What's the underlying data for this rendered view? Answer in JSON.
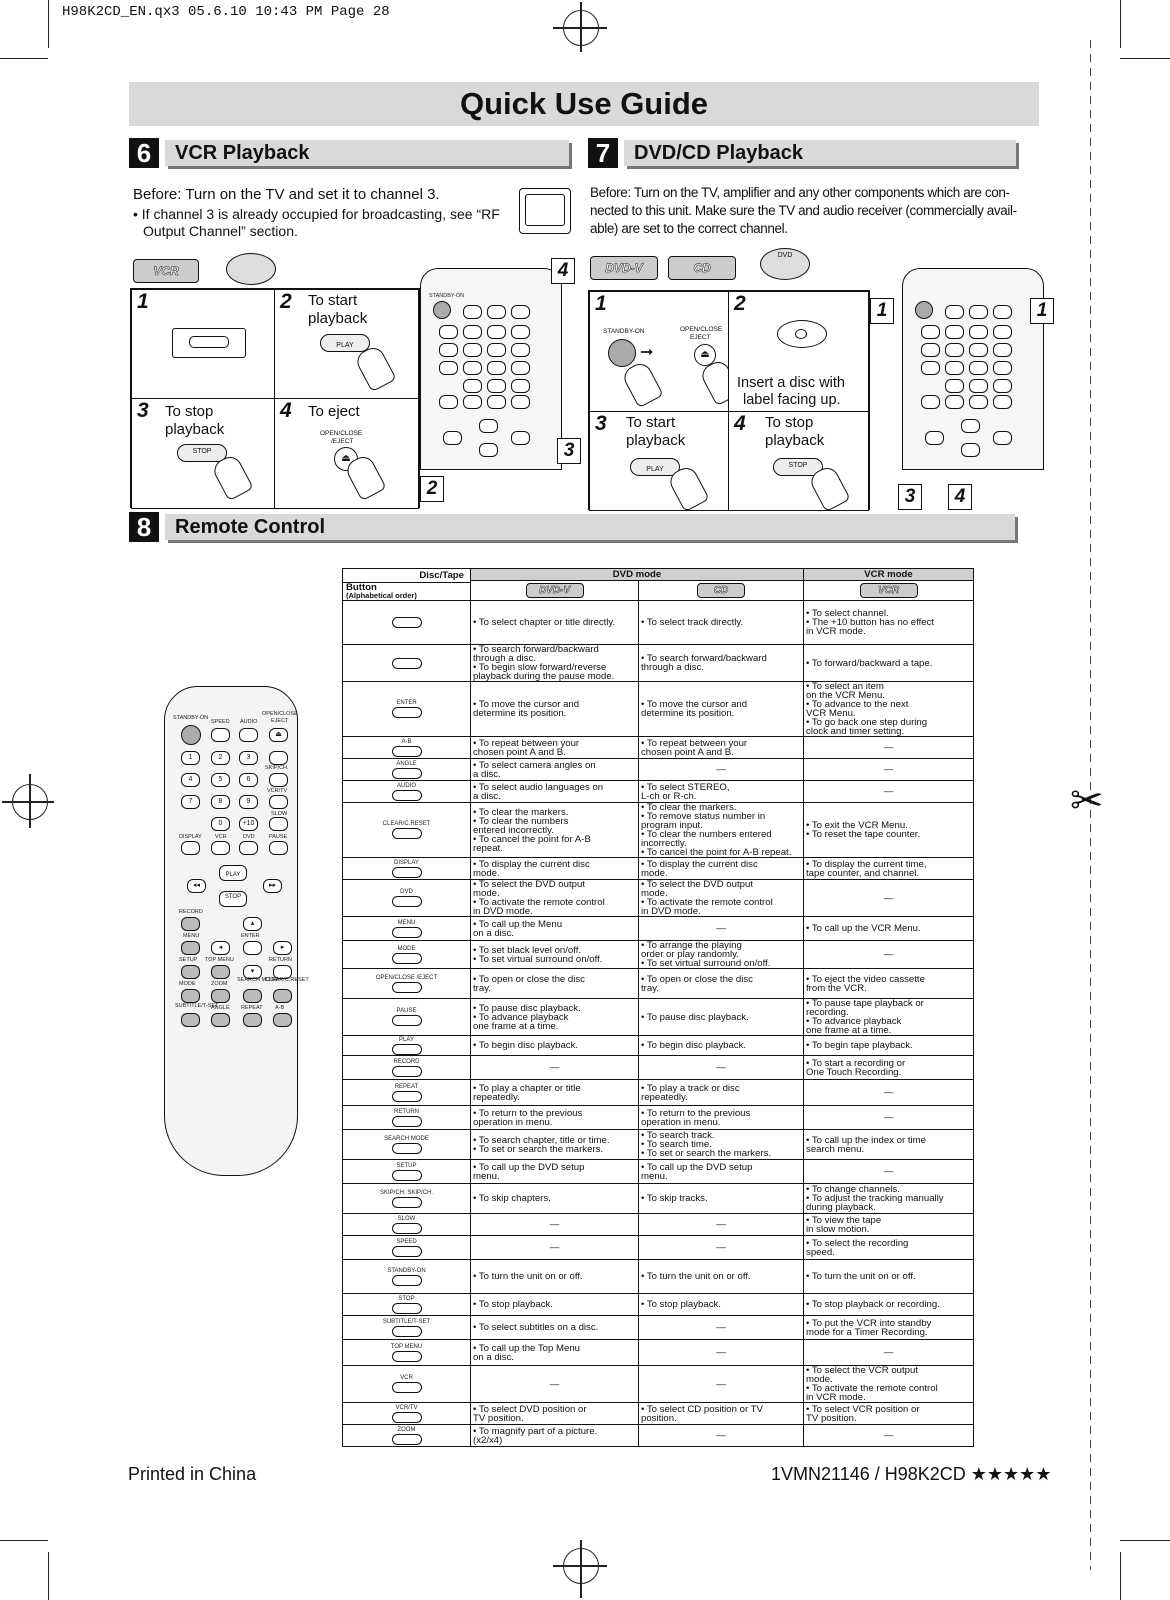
{
  "slug": "H98K2CD_EN.qx3   05.6.10 10:43 PM   Page 28",
  "title": "Quick Use Guide",
  "section6": {
    "num": "6",
    "title": "VCR Playback",
    "before": "Before:  Turn on the TV and set it to channel 3.",
    "note1": "• If channel 3 is already occupied for broadcasting, see “RF",
    "note2": "Output Channel” section.",
    "mode_logo": "VCR",
    "steps": [
      {
        "num": "1",
        "text": ""
      },
      {
        "num": "2",
        "text1": "To start",
        "text2": "playback",
        "button": "PLAY"
      },
      {
        "num": "3",
        "text1": "To stop",
        "text2": "playback",
        "button": "STOP"
      },
      {
        "num": "4",
        "text1": "To eject",
        "button1": "OPEN/CLOSE",
        "button2": "/EJECT"
      }
    ],
    "callouts": [
      "4",
      "3",
      "2"
    ]
  },
  "section7": {
    "num": "7",
    "title": "DVD/CD Playback",
    "before1": "Before: Turn on the TV, amplifier and any other components which are con-",
    "before2": "nected to this unit. Make sure the TV and audio receiver (commercially avail-",
    "before3": "able) are set to the correct channel.",
    "logos": [
      "DVD-V",
      "CD",
      "DVD"
    ],
    "step1": {
      "num": "1",
      "standby": "STANDBY-ON",
      "eject1": "OPEN/CLOSE",
      "eject2": "EJECT"
    },
    "step2": {
      "num": "2",
      "text1": "Insert a disc with",
      "text2": "label facing up."
    },
    "step3": {
      "num": "3",
      "text1": "To start",
      "text2": "playback",
      "button": "PLAY"
    },
    "step4": {
      "num": "4",
      "text1": "To stop",
      "text2": "playback",
      "button": "STOP"
    },
    "callouts": [
      "1",
      "1",
      "3",
      "4"
    ]
  },
  "section8": {
    "num": "8",
    "title": "Remote Control"
  },
  "remote_labels": {
    "standby": "STANDBY-ON",
    "speed": "SPEED",
    "audio": "AUDIO",
    "openclose": "OPEN/CLOSE",
    "eject": "EJECT",
    "skipch": "SKIP/CH.",
    "vcrtv": "VCR/TV",
    "slow": "SLOW",
    "display": "DISPLAY",
    "vcr": "VCR",
    "dvd": "DVD",
    "pause": "PAUSE",
    "play": "PLAY",
    "stop": "STOP",
    "record": "RECORD",
    "menu": "MENU",
    "enter": "ENTER",
    "setup": "SETUP",
    "topmenu": "TOP MENU",
    "return": "RETURN",
    "mode": "MODE",
    "zoom": "ZOOM",
    "search": "SEARCH MODE",
    "clear": "CLEAR/C.RESET",
    "subtitle": "SUBTITLE/T-SET",
    "angle": "ANGLE",
    "repeat": "REPEAT",
    "ab": "A-B",
    "digits": [
      "1",
      "2",
      "3",
      "4",
      "5",
      "6",
      "7",
      "8",
      "9",
      "0",
      "+10"
    ]
  },
  "table": {
    "h_button": "Button",
    "h_disc": "Disc/Tape",
    "h_alpha": "(Alphabetical order)",
    "h_dvd": "DVD mode",
    "h_vcr": "VCR mode",
    "sub_dvdv": "DVD-V",
    "sub_cd": "CD",
    "sub_vcr": "VCR",
    "dash": "—",
    "rows": [
      {
        "btn": "",
        "dvd": [
          "• To select chapter or title directly."
        ],
        "cd": [
          "• To select track directly."
        ],
        "vcr": [
          "• To select channel.",
          "• The +10 button has no effect",
          "  in VCR mode."
        ]
      },
      {
        "btn": "",
        "dvd": [
          "• To search forward/backward",
          "  through a disc.",
          "• To begin slow forward/reverse",
          "  playback during the pause mode."
        ],
        "cd": [
          "• To search forward/backward",
          "  through a disc."
        ],
        "vcr": [
          "• To forward/backward a tape."
        ]
      },
      {
        "btn": "ENTER",
        "dvd": [
          "• To move the cursor and",
          "  determine its position."
        ],
        "cd": [
          "• To move the cursor and",
          "  determine its position."
        ],
        "vcr": [
          "• To select an item",
          "  on the VCR Menu.",
          "• To advance to the next",
          "  VCR Menu.",
          "• To go back one step during",
          "  clock and timer setting."
        ]
      },
      {
        "btn": "A-B",
        "dvd": [
          "• To repeat between your",
          "  chosen point A and B."
        ],
        "cd": [
          "• To repeat between your",
          "  chosen point A and B."
        ],
        "vcr": []
      },
      {
        "btn": "ANGLE",
        "dvd": [
          "• To select camera angles on",
          "  a disc."
        ],
        "cd": [],
        "vcr": []
      },
      {
        "btn": "AUDIO",
        "dvd": [
          "• To select audio languages on",
          "  a disc."
        ],
        "cd": [
          "• To select STEREO,",
          "  L-ch or R-ch."
        ],
        "vcr": []
      },
      {
        "btn": "CLEAR/C.RESET",
        "dvd": [
          "• To clear the markers.",
          "• To clear the numbers",
          "  entered incorrectly.",
          "• To cancel the point for A-B",
          "  repeat."
        ],
        "cd": [
          "• To clear the markers.",
          "• To remove status number in",
          "  program input.",
          "• To clear the numbers entered incorrectly.",
          "• To cancel the point for A-B repeat."
        ],
        "vcr": [
          "• To exit the VCR Menu.",
          "• To reset the tape counter."
        ]
      },
      {
        "btn": "DISPLAY",
        "dvd": [
          "• To display the current disc",
          "  mode."
        ],
        "cd": [
          "• To display the current disc",
          "  mode."
        ],
        "vcr": [
          "• To display the current time,",
          "  tape counter, and channel."
        ]
      },
      {
        "btn": "DVD",
        "dvd": [
          "• To select the DVD output",
          "  mode.",
          "• To activate the remote control",
          "  in DVD mode."
        ],
        "cd": [
          "• To select the DVD output",
          "  mode.",
          "• To activate the remote control",
          "  in DVD mode."
        ],
        "vcr": []
      },
      {
        "btn": "MENU",
        "dvd": [
          "• To call up the Menu",
          "  on a disc."
        ],
        "cd": [],
        "vcr": [
          "• To call up the VCR Menu."
        ]
      },
      {
        "btn": "MODE",
        "dvd": [
          "• To set black level on/off.",
          "• To set virtual surround on/off."
        ],
        "cd": [
          "• To arrange the playing",
          "  order or play randomly.",
          "• To set virtual surround on/off."
        ],
        "vcr": []
      },
      {
        "btn": "OPEN/CLOSE /EJECT",
        "dvd": [
          "• To open or close the disc",
          "  tray."
        ],
        "cd": [
          "• To open or close the disc",
          "  tray."
        ],
        "vcr": [
          "• To eject the video cassette",
          "  from the VCR."
        ]
      },
      {
        "btn": "PAUSE",
        "dvd": [
          "• To pause disc playback.",
          "• To advance playback",
          "  one frame at a time."
        ],
        "cd": [
          "• To pause disc playback."
        ],
        "vcr": [
          "• To pause tape playback or",
          "  recording.",
          "• To advance playback",
          "  one frame at a time."
        ]
      },
      {
        "btn": "PLAY",
        "dvd": [
          "• To begin disc playback."
        ],
        "cd": [
          "• To begin disc playback."
        ],
        "vcr": [
          "• To begin tape playback."
        ]
      },
      {
        "btn": "RECORD",
        "dvd": [],
        "cd": [],
        "vcr": [
          "• To start a recording or",
          "  One Touch Recording."
        ]
      },
      {
        "btn": "REPEAT",
        "dvd": [
          "• To play a chapter or title",
          "  repeatedly."
        ],
        "cd": [
          "• To play a track or disc",
          "  repeatedly."
        ],
        "vcr": []
      },
      {
        "btn": "RETURN",
        "dvd": [
          "• To return to the previous",
          "  operation in menu."
        ],
        "cd": [
          "• To return to the previous",
          "  operation in menu."
        ],
        "vcr": []
      },
      {
        "btn": "SEARCH MODE",
        "dvd": [
          "• To search chapter, title or time.",
          "• To set or search the markers."
        ],
        "cd": [
          "• To search track.",
          "• To search time.",
          "• To set or search the markers."
        ],
        "vcr": [
          "• To call up the index or time",
          "  search menu."
        ]
      },
      {
        "btn": "SETUP",
        "dvd": [
          "• To call up the DVD setup",
          "  menu."
        ],
        "cd": [
          "• To call up the DVD setup",
          "  menu."
        ],
        "vcr": []
      },
      {
        "btn": "SKIP/CH.    SKIP/CH.",
        "dvd": [
          "• To skip chapters."
        ],
        "cd": [
          "• To skip tracks."
        ],
        "vcr": [
          "• To change channels.",
          "• To adjust the tracking manually",
          "  during playback."
        ]
      },
      {
        "btn": "SLOW",
        "dvd": [],
        "cd": [],
        "vcr": [
          "• To view the tape",
          "  in slow motion."
        ]
      },
      {
        "btn": "SPEED",
        "dvd": [],
        "cd": [],
        "vcr": [
          "• To select the recording",
          "  speed."
        ]
      },
      {
        "btn": "STANDBY-ON",
        "dvd": [
          "• To turn the unit on or off."
        ],
        "cd": [
          "• To turn the unit on or off."
        ],
        "vcr": [
          "• To turn the unit on or off."
        ]
      },
      {
        "btn": "STOP",
        "dvd": [
          "• To stop playback."
        ],
        "cd": [
          "• To stop playback."
        ],
        "vcr": [
          "• To stop playback or recording."
        ]
      },
      {
        "btn": "SUBTITLE/T-SET",
        "dvd": [
          "• To select subtitles on a disc."
        ],
        "cd": [],
        "vcr": [
          "• To put the VCR into standby",
          "  mode for a Timer Recording."
        ]
      },
      {
        "btn": "TOP MENU",
        "dvd": [
          "• To call up the Top Menu",
          "  on a disc."
        ],
        "cd": [],
        "vcr": []
      },
      {
        "btn": "VCR",
        "dvd": [],
        "cd": [],
        "vcr": [
          "• To select the VCR output",
          "  mode.",
          "• To activate the remote control",
          "  in VCR mode."
        ]
      },
      {
        "btn": "VCR/TV",
        "dvd": [
          "• To select DVD position or",
          "  TV position."
        ],
        "cd": [
          "• To select CD position or TV",
          "  position."
        ],
        "vcr": [
          "• To select VCR position or",
          "  TV position."
        ]
      },
      {
        "btn": "ZOOM",
        "dvd": [
          "• To magnify part of a picture.",
          "  (x2/x4)"
        ],
        "cd": [],
        "vcr": []
      }
    ]
  },
  "footer": {
    "left": "Printed in China",
    "right": "1VMN21146 / H98K2CD ★★★★★"
  }
}
